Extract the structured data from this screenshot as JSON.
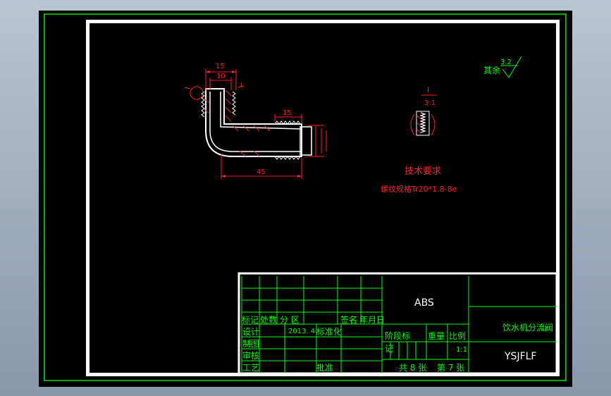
{
  "part_drawing": {
    "dimensions": {
      "d15_top": "15",
      "d10_top": "10",
      "d15_right": "15",
      "d45_bottom": "45",
      "detail_marker": "I"
    },
    "detail_view": {
      "label": "I",
      "scale": "3:1"
    },
    "surface_finish": {
      "note": "其余",
      "roughness": "3.2"
    },
    "tech_requirements": {
      "title": "技术要求",
      "thread_spec": "螺纹规格Tr20*1.8-8e"
    }
  },
  "title_block": {
    "material": "ABS",
    "part_name": "饮水机分流阀",
    "drawing_code": "YSJFLF",
    "rev_headers": {
      "mark": "标记",
      "count": "处数",
      "zone": "分 区",
      "signature": "签名",
      "date": "年月日"
    },
    "rows": {
      "design": "设计",
      "draw": "制图",
      "review": "审核",
      "process": "工艺"
    },
    "design_date": "2013. 4",
    "standardize": "标准化",
    "approve": "批准",
    "stage_mark": "阶段标",
    "stage_mark2": "记",
    "weight": "重量",
    "scale_label": "比例",
    "scale_value": "1:1",
    "sheets_total": "共 8 张",
    "sheet_no": "第 7 张"
  }
}
